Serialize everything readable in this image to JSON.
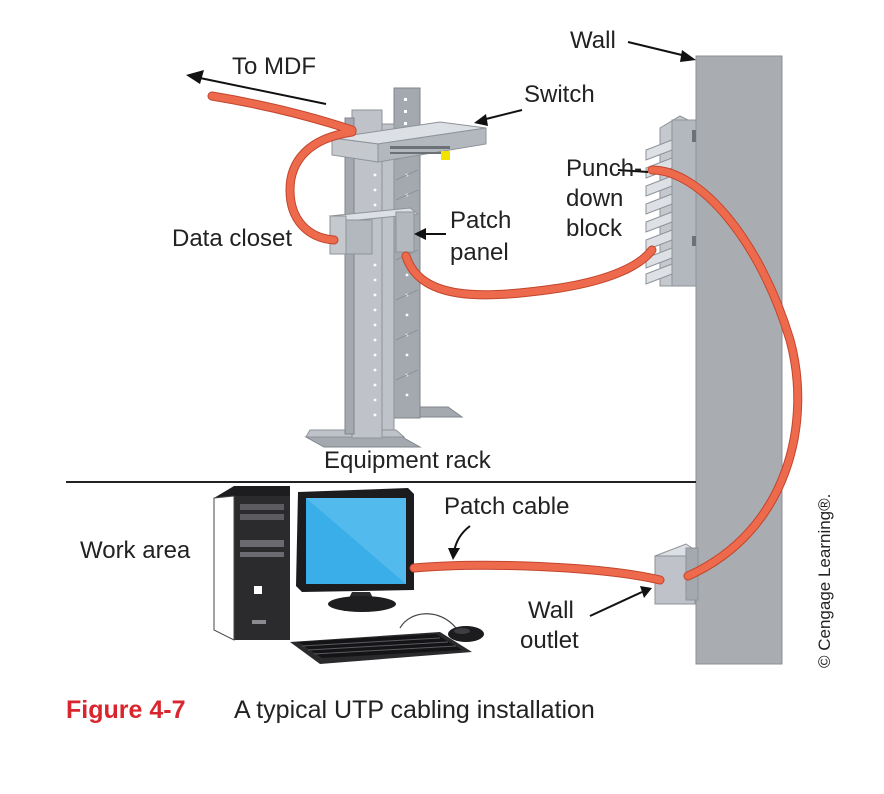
{
  "labels": {
    "to_mdf": "To MDF",
    "wall": "Wall",
    "switch": "Switch",
    "punch_1": "Punch-",
    "punch_2": "down",
    "punch_3": "block",
    "data_closet": "Data closet",
    "patch_panel_1": "Patch",
    "patch_panel_2": "panel",
    "equipment_rack": "Equipment rack",
    "patch_cable": "Patch cable",
    "work_area": "Work area",
    "wall_outlet_1": "Wall",
    "wall_outlet_2": "outlet",
    "copyright": "© Cengage Learning®."
  },
  "caption": {
    "number": "Figure 4-7",
    "text": "A typical UTP cabling installation"
  },
  "colors": {
    "cable": "#ee6a4c",
    "cable_edge": "#c2452d",
    "wall": "#a9adb2",
    "caption_number": "#d9262e",
    "rack": "#bfc3c9"
  }
}
